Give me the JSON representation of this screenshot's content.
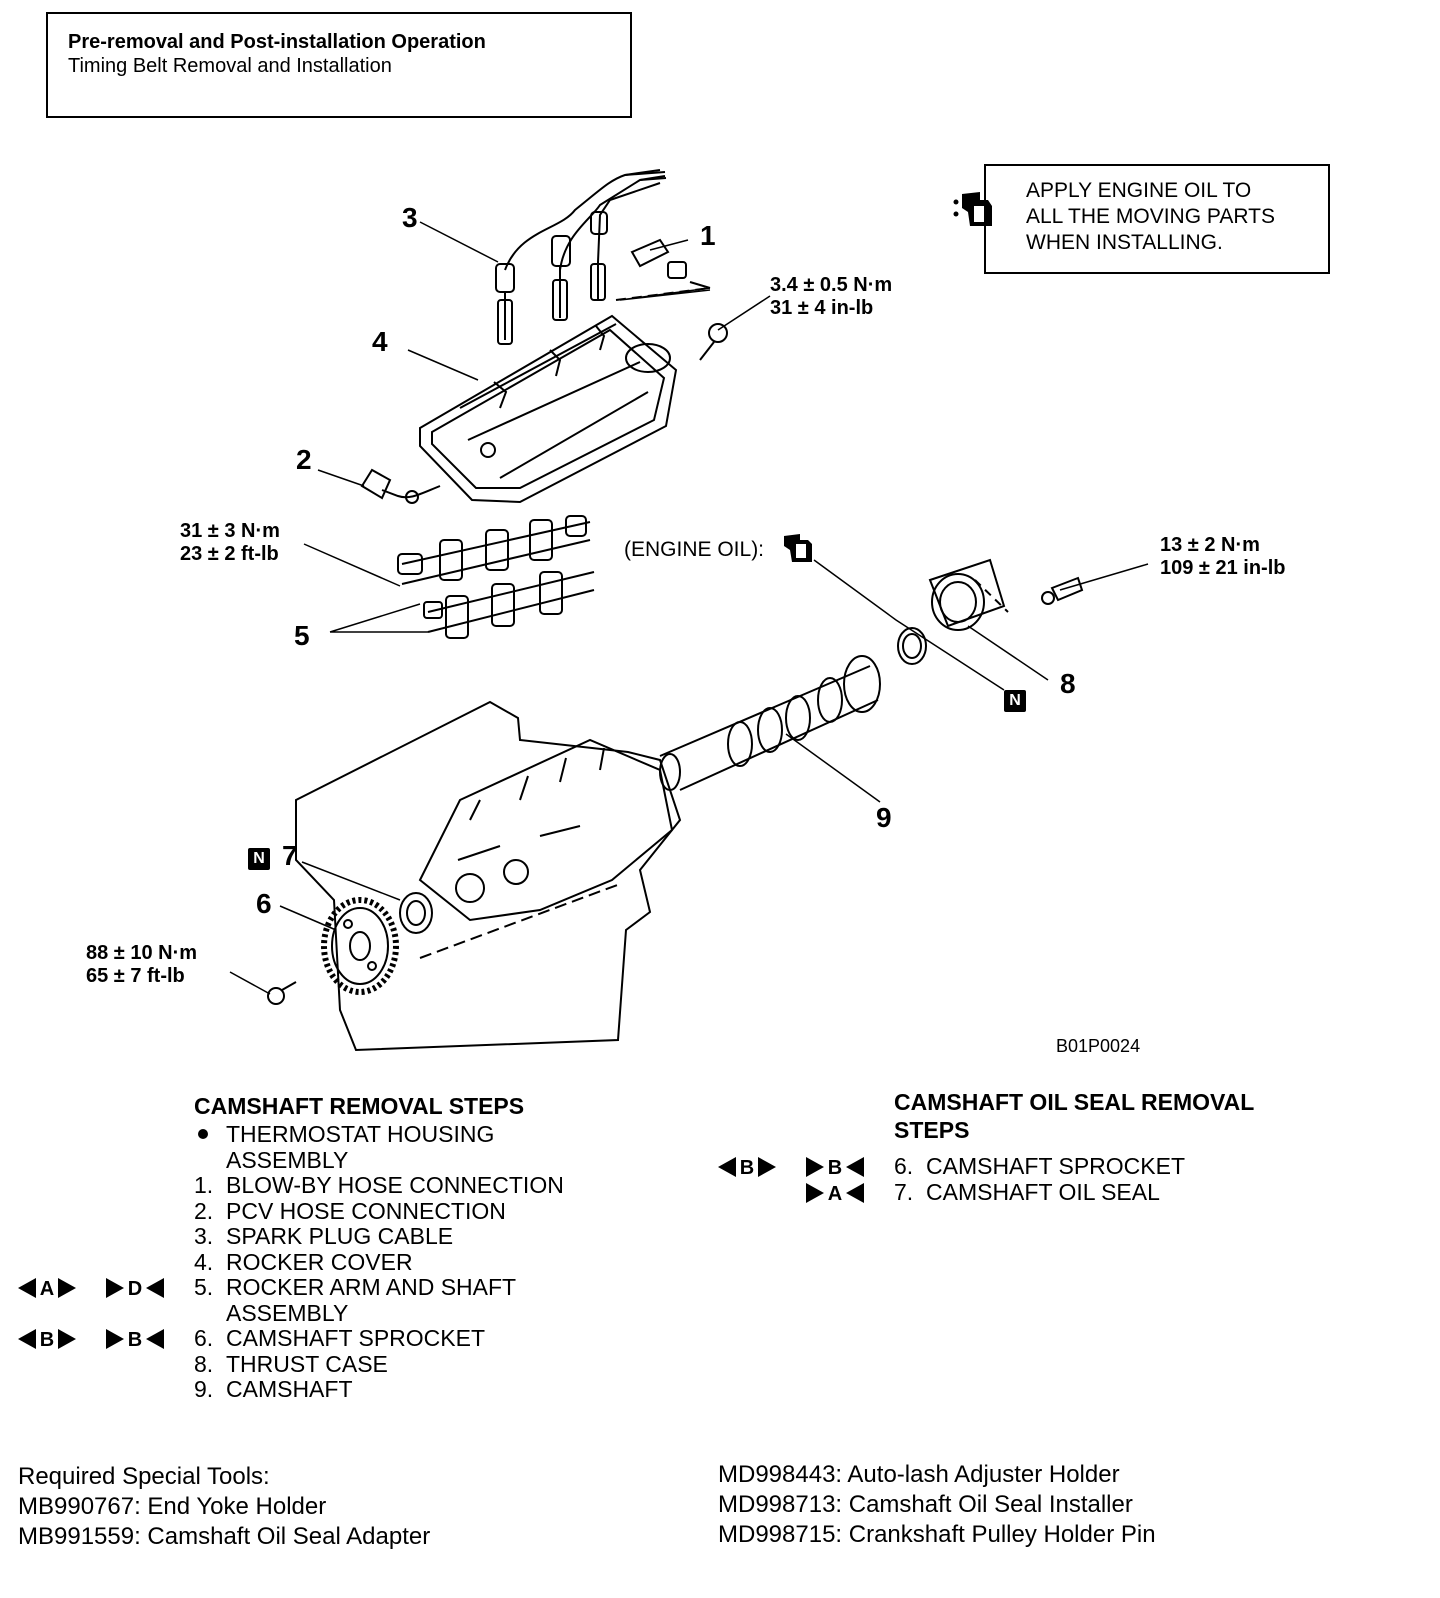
{
  "header": {
    "title": "Pre-removal and Post-installation Operation",
    "subtitle": "Timing Belt Removal and Installation"
  },
  "note": {
    "lines": [
      "APPLY ENGINE OIL TO",
      "ALL THE MOVING PARTS",
      "WHEN INSTALLING."
    ]
  },
  "diagram": {
    "callouts": [
      "1",
      "2",
      "3",
      "4",
      "5",
      "6",
      "7",
      "8",
      "9"
    ],
    "torques": {
      "cover": [
        "3.4 ± 0.5 N·m",
        "31 ± 4 in-lb"
      ],
      "rocker": [
        "31 ± 3 N·m",
        "23 ± 2 ft-lb"
      ],
      "thrust": [
        "13 ± 2 N·m",
        "109 ± 21 in-lb"
      ],
      "sprocket": [
        "88 ± 10 N·m",
        "65 ± 7 ft-lb"
      ]
    },
    "engine_oil_label": "(ENGINE OIL):",
    "new_part_badge": "N",
    "code": "B01P0024"
  },
  "removal": {
    "title": "CAMSHAFT REMOVAL STEPS",
    "steps": [
      {
        "num": "",
        "text": "THERMOSTAT HOUSING",
        "text2": "ASSEMBLY",
        "bullet": true,
        "rem": "",
        "inst": ""
      },
      {
        "num": "1.",
        "text": "BLOW-BY HOSE CONNECTION",
        "rem": "",
        "inst": ""
      },
      {
        "num": "2.",
        "text": "PCV HOSE CONNECTION",
        "rem": "",
        "inst": ""
      },
      {
        "num": "3.",
        "text": "SPARK PLUG CABLE",
        "rem": "",
        "inst": ""
      },
      {
        "num": "4.",
        "text": "ROCKER COVER",
        "rem": "",
        "inst": ""
      },
      {
        "num": "5.",
        "text": "ROCKER ARM AND SHAFT",
        "text2": "ASSEMBLY",
        "rem": "A",
        "inst": "D"
      },
      {
        "num": "6.",
        "text": "CAMSHAFT SPROCKET",
        "rem": "B",
        "inst": "B"
      },
      {
        "num": "8.",
        "text": "THRUST CASE",
        "rem": "",
        "inst": ""
      },
      {
        "num": "9.",
        "text": "CAMSHAFT",
        "rem": "",
        "inst": ""
      }
    ]
  },
  "oil_seal": {
    "title": [
      "CAMSHAFT OIL SEAL REMOVAL",
      "STEPS"
    ],
    "steps": [
      {
        "num": "6.",
        "text": "CAMSHAFT SPROCKET",
        "rem": "B",
        "inst": "B"
      },
      {
        "num": "7.",
        "text": "CAMSHAFT OIL SEAL",
        "rem": "",
        "inst": "A"
      }
    ]
  },
  "tools": {
    "heading": "Required Special Tools:",
    "left": [
      "MB990767: End Yoke Holder",
      "MB991559: Camshaft Oil Seal Adapter"
    ],
    "right": [
      "MD998443: Auto-lash Adjuster Holder",
      "MD998713: Camshaft Oil Seal Installer",
      "MD998715: Crankshaft Pulley Holder Pin"
    ]
  }
}
